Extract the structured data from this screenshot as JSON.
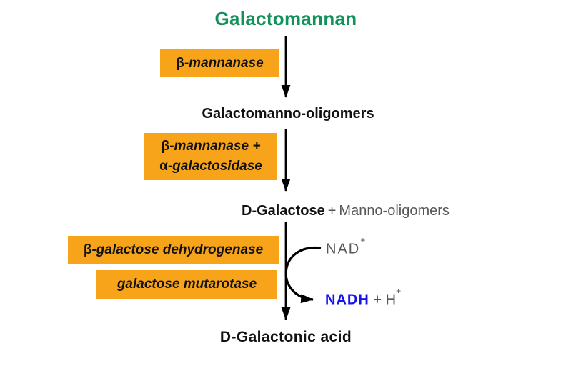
{
  "colors": {
    "title_green": "#12925A",
    "enzyme_box_orange": "#F8A41A",
    "nadh_blue": "#1613EE",
    "muted_gray": "#575757",
    "arrow_black": "#000000"
  },
  "pathway": {
    "title": "Galactomannan",
    "node1": "Galactomanno-oligomers",
    "node2_primary": "D-Galactose",
    "node2_plus": "+",
    "node2_secondary": "Manno-oligomers",
    "node3": "D-Galactonic acid"
  },
  "enzymes": {
    "box1_greek": "β",
    "box1_name": "-mannanase",
    "box2_line1_greek": "β",
    "box2_line1_name": "-mannanase +",
    "box2_line2_greek": "α",
    "box2_line2_name": "-galactosidase",
    "box3_greek": "β",
    "box3_name": "-galactose dehydrogenase",
    "box4_name": "galactose mutarotase"
  },
  "cofactors": {
    "nad_base": "NAD",
    "nad_sup": "+",
    "nadh": "NADH",
    "plus": "+",
    "h_base": "H",
    "h_sup": "+"
  }
}
